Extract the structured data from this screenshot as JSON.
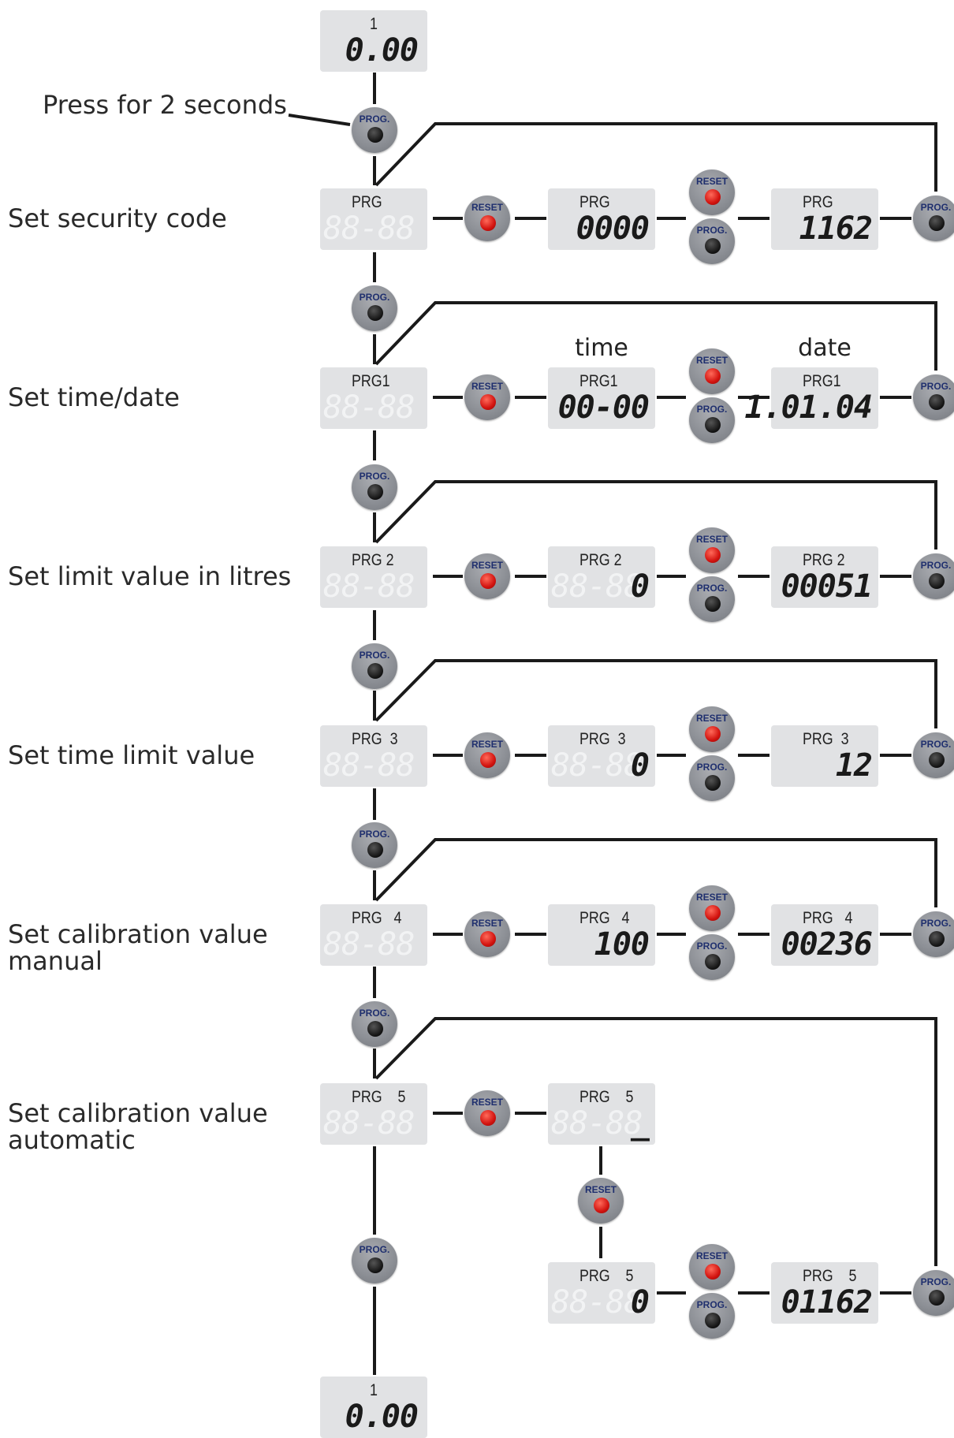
{
  "labels": {
    "press": "Press for 2 seconds",
    "security": "Set security code",
    "timedate": "Set time/date",
    "litres": "Set limit value in litres",
    "timelimit": "Set time limit value",
    "calib_manual": "Set calibration value\nmanual",
    "calib_auto": "Set calibration value\nautomatic"
  },
  "captions": {
    "time": "time",
    "date": "date"
  },
  "buttons": {
    "prog": "PROG.",
    "reset": "RESET"
  },
  "displays": {
    "start": {
      "top": "1",
      "value": "0.00"
    },
    "end": {
      "top": "1",
      "value": "0.00"
    },
    "prg0": {
      "top": "PRG",
      "ghost": "88-88",
      "entry": "0000",
      "set": "1162"
    },
    "prg1": {
      "top": "PRG1",
      "ghost": "88-88",
      "entry": "00-00",
      "set": "1.01.04"
    },
    "prg2": {
      "top": "PRG 2",
      "ghost": "88-88",
      "entry": "0",
      "set": "00051"
    },
    "prg3": {
      "top": "PRG  3",
      "ghost": "88-88",
      "entry": "0",
      "set": "12"
    },
    "prg4": {
      "top": "PRG   4",
      "ghost": "88-88",
      "entry": "100",
      "set": "00236"
    },
    "prg5": {
      "top": "PRG    5",
      "ghost": "88-88",
      "entry": "_",
      "entry2": "0",
      "set": "01162"
    }
  },
  "colors": {
    "lcd_bg": "#e1e2e4",
    "line": "#1a1a1a",
    "reset_dot": "#d2130f",
    "prog_dot": "#111111"
  }
}
